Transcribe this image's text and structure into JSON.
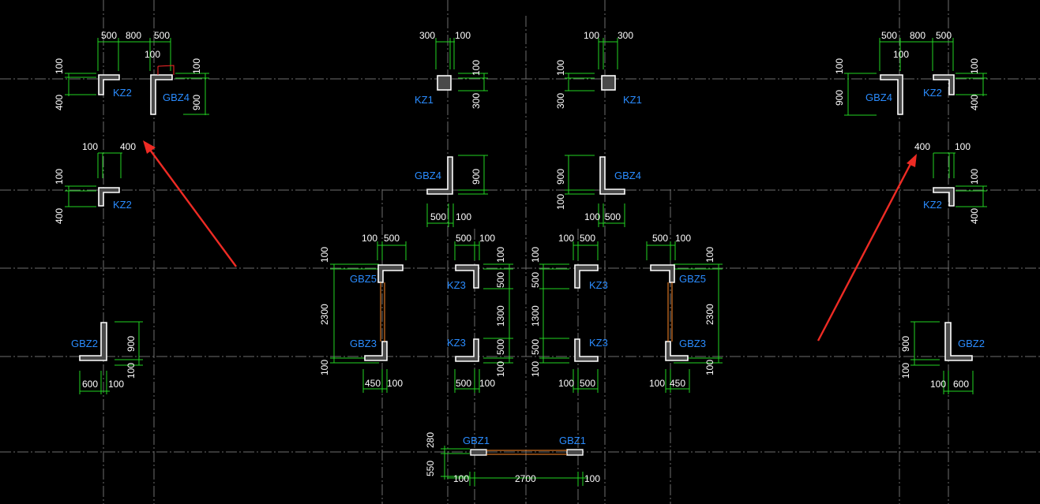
{
  "colors": {
    "background": "#000000",
    "axis": "#6e6e6e",
    "dimension": "#22d422",
    "label": "#2a8cff",
    "annotation_arrow": "#ee2b24"
  },
  "labels": {
    "kz2_tl": "KZ2",
    "gbz4_tl": "GBZ4",
    "kz2_ml": "KZ2",
    "gbz2_l": "GBZ2",
    "kz1_l": "KZ1",
    "kz1_r": "KZ1",
    "gbz4_cl": "GBZ4",
    "gbz4_cr": "GBZ4",
    "gbz5_l": "GBZ5",
    "gbz3_l": "GBZ3",
    "kz3_tl": "KZ3",
    "kz3_bl": "KZ3",
    "kz3_tr": "KZ3",
    "kz3_br": "KZ3",
    "gbz5_r": "GBZ5",
    "gbz3_r": "GBZ3",
    "gbz4_tr": "GBZ4",
    "kz2_tr": "KZ2",
    "kz2_mr": "KZ2",
    "gbz2_r": "GBZ2",
    "gbz1_l": "GBZ1",
    "gbz1_r": "GBZ1"
  },
  "dims": {
    "d500a": "500",
    "d800a": "800",
    "d500b": "500",
    "d100a": "100",
    "d100b": "100",
    "d400a": "400",
    "d100c": "100",
    "d900a": "900",
    "d100d": "100",
    "d400b": "400",
    "d100e": "100",
    "d400c": "400",
    "d900b": "900",
    "d100f": "100",
    "d600a": "600",
    "d100g": "100",
    "d300a": "300",
    "d100h": "100",
    "d100i": "100",
    "d300b": "300",
    "d100j": "100",
    "d300c": "300",
    "d300d": "300",
    "d100k": "100",
    "d900c": "900",
    "d500c": "500",
    "d100l": "100",
    "d900d": "900",
    "d100m": "100",
    "d100n": "100",
    "d500d": "500",
    "d100o": "100",
    "d500e": "500",
    "d100p": "100",
    "d2300a": "2300",
    "d100q": "100",
    "d450a": "450",
    "d100r": "100",
    "d500f": "500",
    "d100s": "100",
    "d100t": "100",
    "d500g": "500",
    "d1300a": "1300",
    "d500h": "500",
    "d100u": "100",
    "d500i": "500",
    "d100v": "100",
    "d100w": "100",
    "d500j": "500",
    "d100x": "100",
    "d500k": "500",
    "d1300b": "1300",
    "d500l": "500",
    "d100y": "100",
    "d100z": "100",
    "d500m": "500",
    "d500n": "500",
    "d100aa": "100",
    "d100ab": "100",
    "d2300b": "2300",
    "d100ac": "100",
    "d100ad": "100",
    "d450b": "450",
    "d500o": "500",
    "d800b": "800",
    "d500p": "500",
    "d100ae": "100",
    "d100af": "100",
    "d900e": "900",
    "d100ag": "100",
    "d400d": "400",
    "d400e": "400",
    "d100ah": "100",
    "d100ai": "100",
    "d400f": "400",
    "d900f": "900",
    "d100aj": "100",
    "d100ak": "100",
    "d600b": "600",
    "d280": "280",
    "d550": "550",
    "d100al": "100",
    "d2700": "2700",
    "d100am": "100"
  }
}
